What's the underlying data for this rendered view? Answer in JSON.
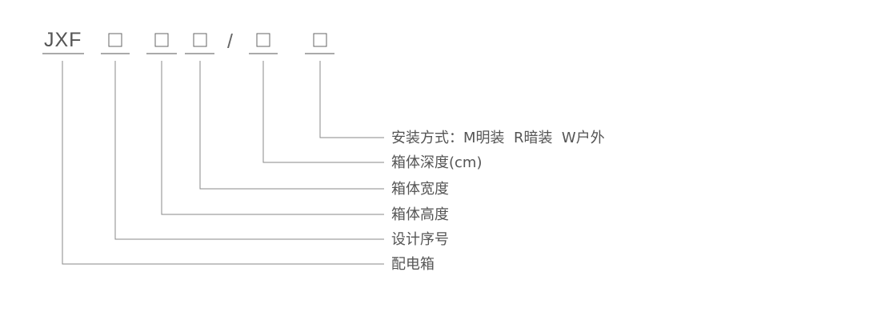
{
  "code": {
    "prefix": "JXF",
    "separator": "/"
  },
  "labels": {
    "install": "安装方式：M明装  R暗装  W户外",
    "depth": "箱体深度(cm)",
    "width": "箱体宽度",
    "height": "箱体高度",
    "serial": "设计序号",
    "box": "配电箱"
  },
  "colors": {
    "line": "#8a8a8a",
    "text": "#555555"
  }
}
